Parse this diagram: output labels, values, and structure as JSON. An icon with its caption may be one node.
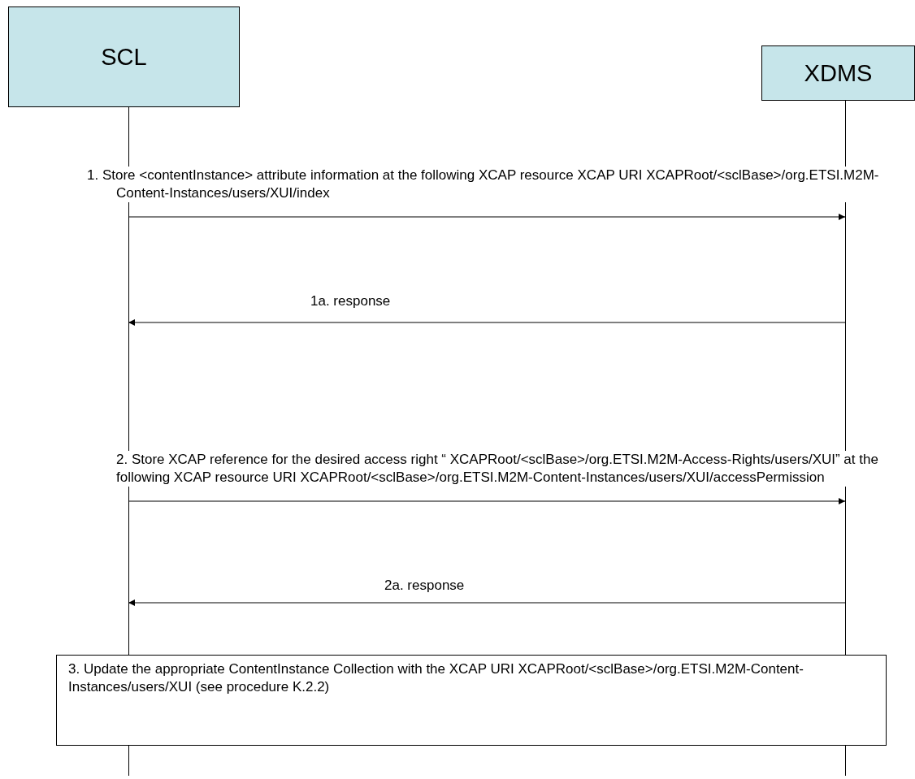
{
  "diagram": {
    "nodes": [
      {
        "text": [
          "SCL"
        ]
      },
      {
        "text": [
          "XDMS"
        ]
      },
      {
        "text": [
          "3. Update the appropriate ContentInstance Collection with the XCAP URI XCAPRoot/<sclBase>/org.ETSI.M2M-Content-Instances/users/XUI (see procedure K.2.2)"
        ]
      }
    ],
    "edges": [
      {
        "from": 0,
        "to": 1,
        "arrow": "to",
        "label": "1. Store <contentInstance> attribute information at the following XCAP resource XCAP URI XCAPRoot/<sclBase>/org.ETSI.M2M-Content-Instances/users/XUI/index"
      },
      {
        "from": 1,
        "to": 0,
        "arrow": "to",
        "label": "1a. response"
      },
      {
        "from": 0,
        "to": 1,
        "arrow": "to",
        "label": "2. Store XCAP reference for the desired access right “ XCAPRoot/<sclBase>/org.ETSI.M2M-Access-Rights/users/XUI” at the following XCAP resource URI XCAPRoot/<sclBase>/org.ETSI.M2M-Content-Instances/users/XUI/accessPermission"
      },
      {
        "from": 1,
        "to": 0,
        "arrow": "to",
        "label": "2a. response"
      }
    ]
  }
}
